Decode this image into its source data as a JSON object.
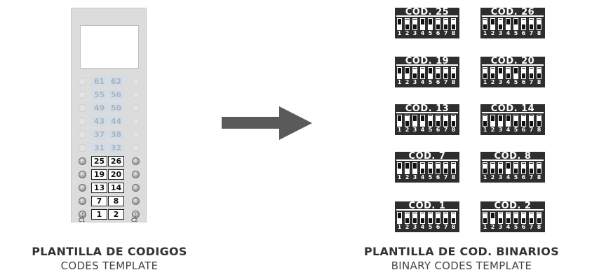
{
  "left": {
    "rows": [
      {
        "a": "61",
        "b": "62",
        "active": false
      },
      {
        "a": "55",
        "b": "56",
        "active": false
      },
      {
        "a": "49",
        "b": "50",
        "active": false
      },
      {
        "a": "43",
        "b": "44",
        "active": false
      },
      {
        "a": "37",
        "b": "38",
        "active": false
      },
      {
        "a": "31",
        "b": "32",
        "active": false
      },
      {
        "a": "25",
        "b": "26",
        "active": true
      },
      {
        "a": "19",
        "b": "20",
        "active": true
      },
      {
        "a": "13",
        "b": "14",
        "active": true
      },
      {
        "a": "7",
        "b": "8",
        "active": true
      },
      {
        "a": "1",
        "b": "2",
        "active": true
      }
    ],
    "c1": "C1",
    "c2": "C2",
    "title": "PLANTILLA DE CODIGOS",
    "subtitle": "CODES TEMPLATE"
  },
  "right": {
    "codes": [
      {
        "label": "COD. 25",
        "switches": [
          1,
          0,
          0,
          1,
          1,
          0,
          0,
          0
        ]
      },
      {
        "label": "COD. 26",
        "switches": [
          0,
          1,
          0,
          1,
          1,
          0,
          0,
          0
        ]
      },
      {
        "label": "COD. 19",
        "switches": [
          1,
          1,
          0,
          0,
          1,
          0,
          0,
          0
        ]
      },
      {
        "label": "COD. 20",
        "switches": [
          0,
          0,
          1,
          0,
          1,
          0,
          0,
          0
        ]
      },
      {
        "label": "COD. 13",
        "switches": [
          1,
          0,
          1,
          1,
          0,
          0,
          0,
          0
        ]
      },
      {
        "label": "COD. 14",
        "switches": [
          0,
          1,
          1,
          1,
          0,
          0,
          0,
          0
        ]
      },
      {
        "label": "COD. 7",
        "switches": [
          1,
          1,
          1,
          0,
          0,
          0,
          0,
          0
        ]
      },
      {
        "label": "COD. 8",
        "switches": [
          0,
          0,
          0,
          1,
          0,
          0,
          0,
          0
        ]
      },
      {
        "label": "COD. 1",
        "switches": [
          1,
          0,
          0,
          0,
          0,
          0,
          0,
          0
        ]
      },
      {
        "label": "COD. 2",
        "switches": [
          0,
          1,
          0,
          0,
          0,
          0,
          0,
          0
        ]
      }
    ],
    "numbers": [
      "1",
      "2",
      "3",
      "4",
      "5",
      "6",
      "7",
      "8"
    ],
    "title": "PLANTILLA DE COD. BINARIOS",
    "subtitle": "BINARY CODES TEMPLATE"
  },
  "colors": {
    "dip_body": "#2e2e2e",
    "arrow": "#5a5a5a",
    "panel": "#dcdcdc"
  }
}
